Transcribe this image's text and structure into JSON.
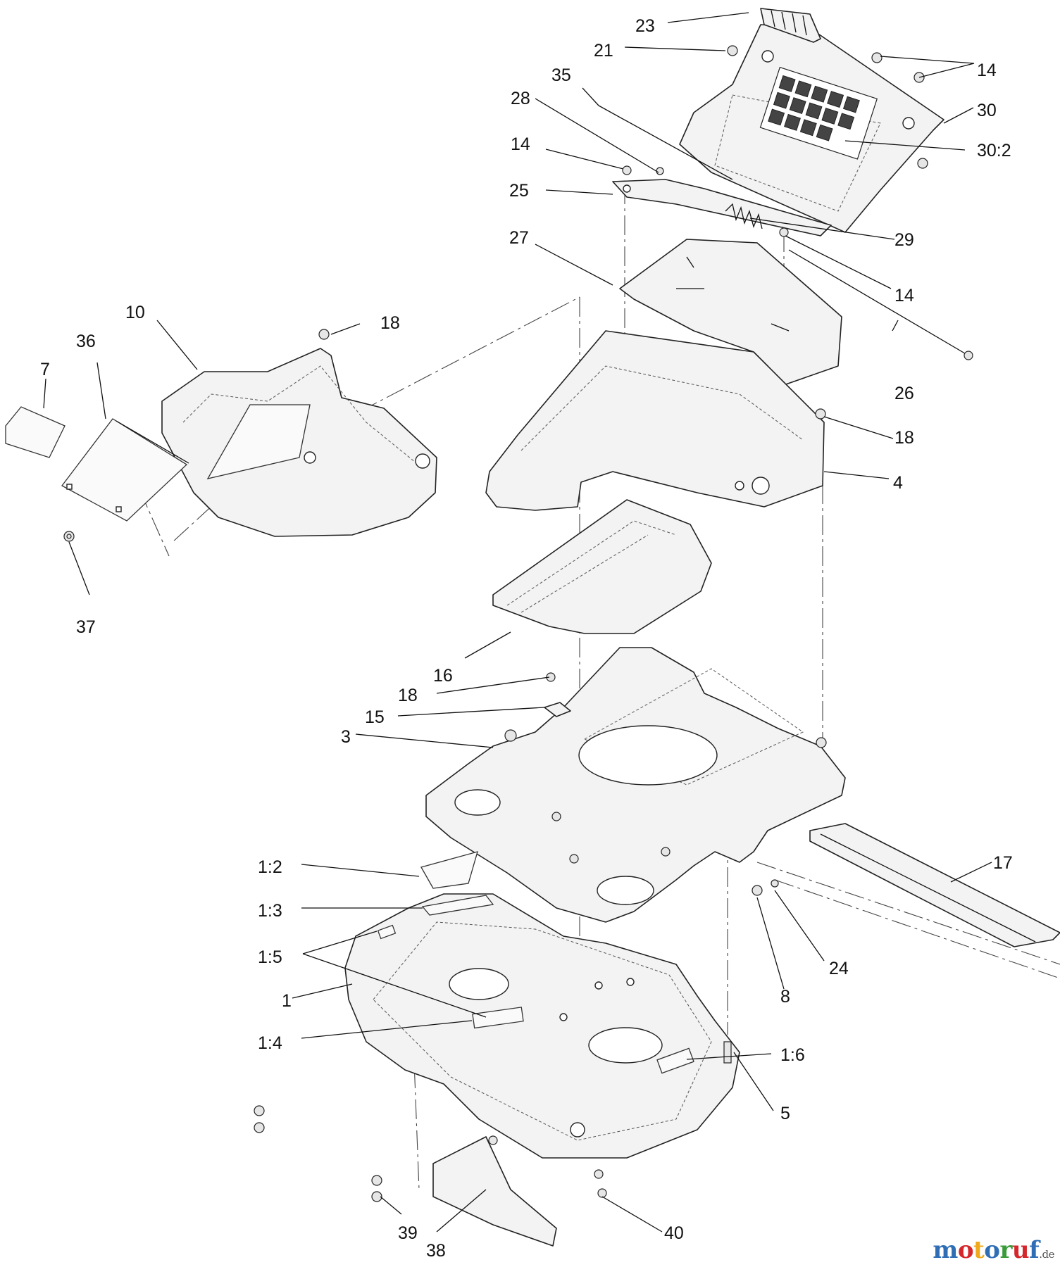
{
  "labels": {
    "l23": "23",
    "l21": "21",
    "l14a": "14",
    "l35": "35",
    "l30": "30",
    "l28": "28",
    "l30_2": "30:2",
    "l14b": "14",
    "l25": "25",
    "l29": "29",
    "l27": "27",
    "l14c": "14",
    "l10": "10",
    "l18a": "18",
    "l36": "36",
    "l26": "26",
    "l7": "7",
    "l18b": "18",
    "l4": "4",
    "l37": "37",
    "l16": "16",
    "l18c": "18",
    "l15": "15",
    "l3": "3",
    "l17": "17",
    "l1_2": "1:2",
    "l1_3": "1:3",
    "l24": "24",
    "l1_5": "1:5",
    "l1": "1",
    "l8": "8",
    "l1_4": "1:4",
    "l1_6": "1:6",
    "l5": "5",
    "l39": "39",
    "l40": "40",
    "l38": "38"
  },
  "watermark": {
    "letters": [
      "m",
      "o",
      "t",
      "o",
      "r",
      "u",
      "f"
    ],
    "colors": [
      "#2f6eb5",
      "#d4262b",
      "#f0a81c",
      "#2f6eb5",
      "#3a9b3a",
      "#d4262b",
      "#2f6eb5"
    ],
    "tld": ".de"
  }
}
